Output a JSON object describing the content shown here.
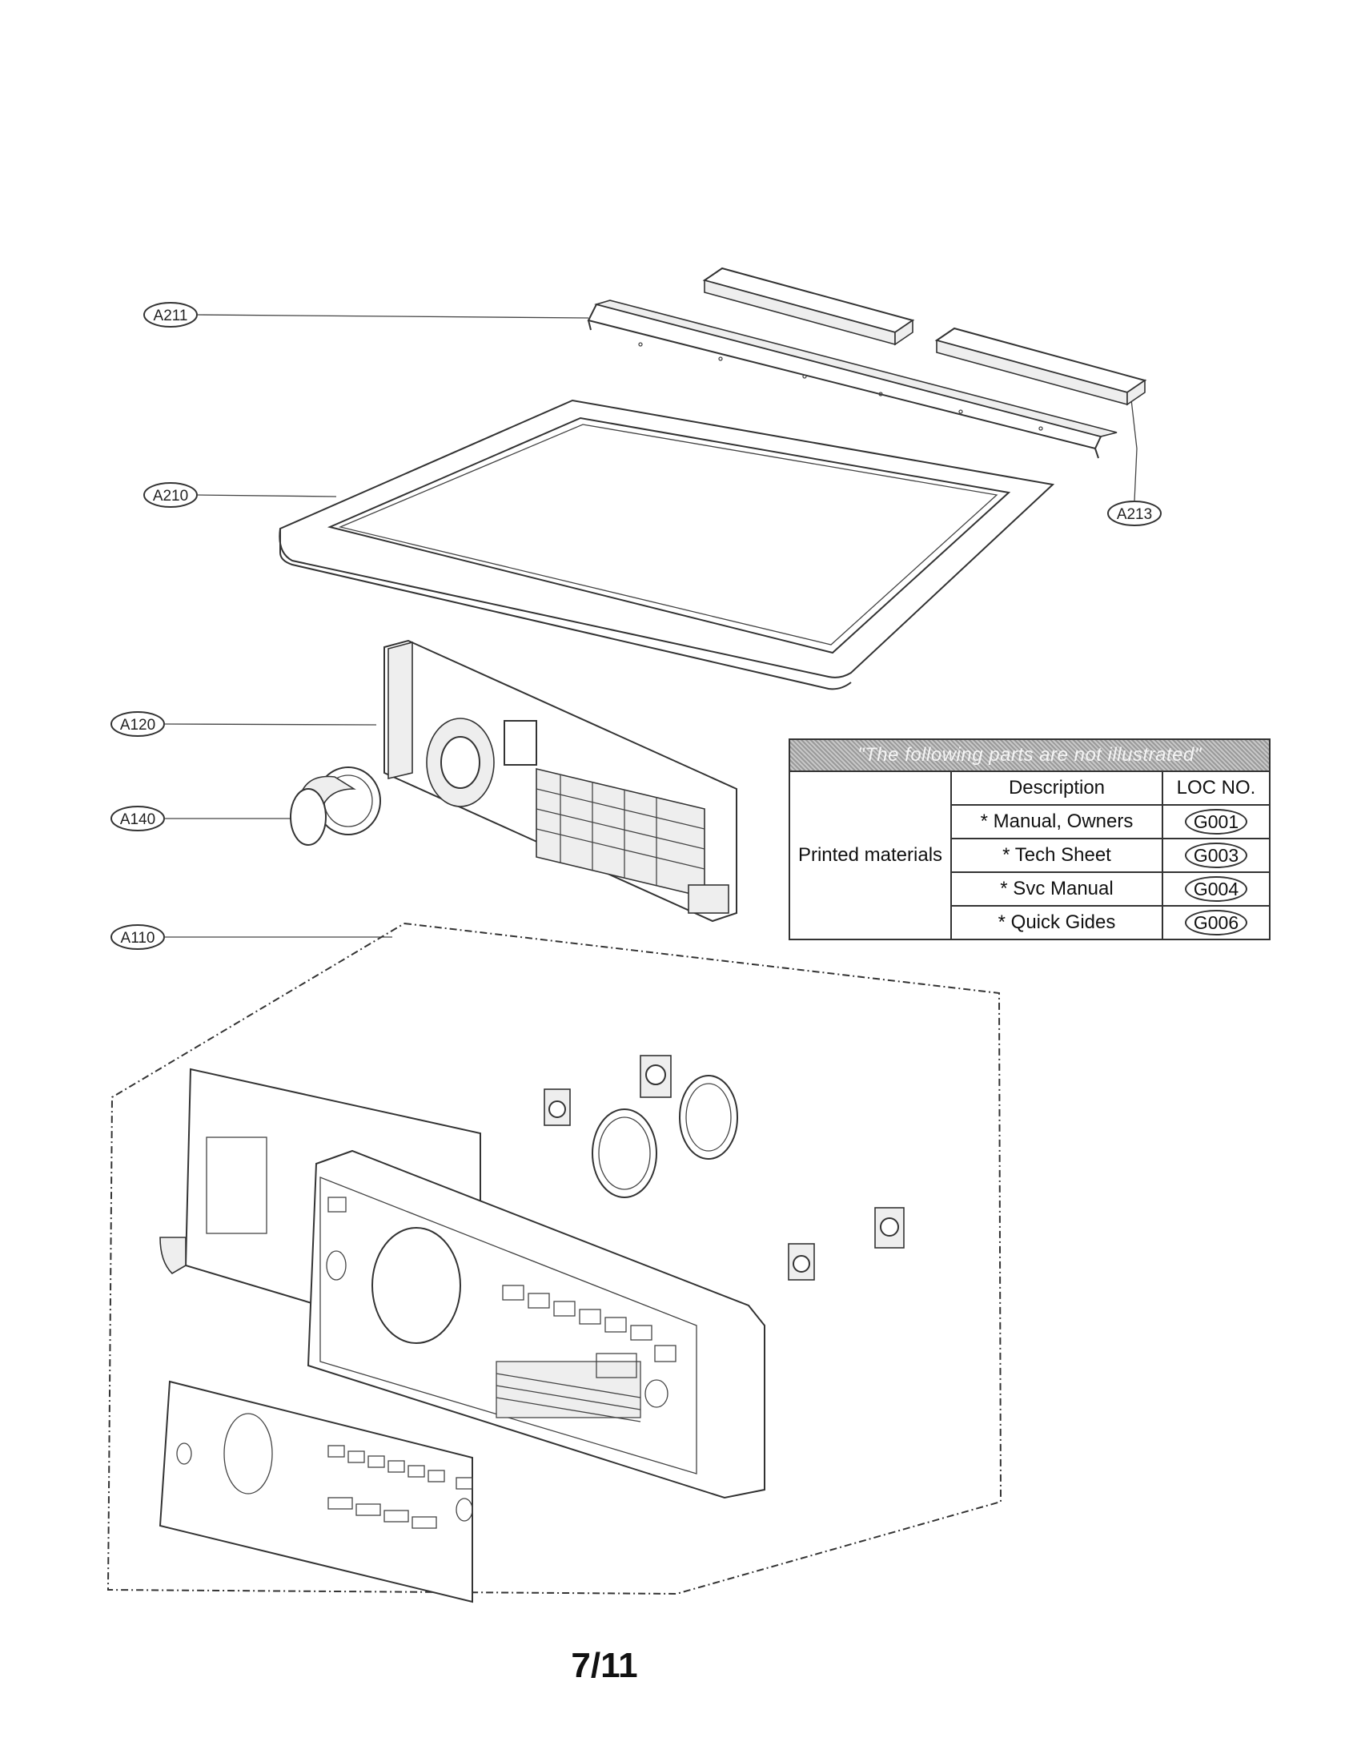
{
  "callouts": {
    "a211": "A211",
    "a210": "A210",
    "a213": "A213",
    "a120": "A120",
    "a140": "A140",
    "a110": "A110"
  },
  "parts_table": {
    "note": "\"The following parts are not illustrated\"",
    "headers": {
      "description": "Description",
      "loc_no": "LOC NO."
    },
    "group_label": "Printed materials",
    "rows": [
      {
        "description": "* Manual, Owners",
        "loc_no": "G001"
      },
      {
        "description": "* Tech Sheet",
        "loc_no": "G003"
      },
      {
        "description": "* Svc Manual",
        "loc_no": "G004"
      },
      {
        "description": "* Quick Gides",
        "loc_no": "G006"
      }
    ]
  },
  "page_number": "7/11"
}
